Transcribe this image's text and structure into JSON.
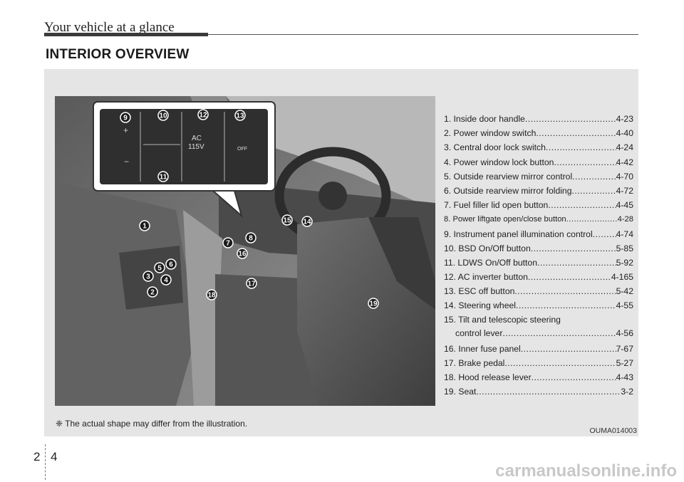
{
  "header": {
    "section": "Your vehicle at a glance"
  },
  "page": {
    "title": "INTERIOR OVERVIEW",
    "number_left": "2",
    "number_right": "4"
  },
  "illustration": {
    "code": "OUMA014003",
    "note": "❈ The actual shape may differ from the illustration.",
    "inset_labels": {
      "ac": "AC",
      "voltage": "115V",
      "off": "OFF"
    },
    "callouts": [
      "1",
      "2",
      "3",
      "4",
      "5",
      "6",
      "7",
      "8",
      "9",
      "10",
      "11",
      "12",
      "13",
      "14",
      "15",
      "16",
      "17",
      "18",
      "19"
    ]
  },
  "legend": [
    {
      "label": "1. Inside door handle ",
      "ref": "4-23"
    },
    {
      "label": "2. Power window switch",
      "ref": "4-40"
    },
    {
      "label": "3. Central door lock switch ",
      "ref": "4-24"
    },
    {
      "label": "4. Power window lock button ",
      "ref": "4-42"
    },
    {
      "label": "5. Outside rearview mirror control ",
      "ref": "4-70"
    },
    {
      "label": "6. Outside rearview mirror folding ",
      "ref": "4-72"
    },
    {
      "label": "7. Fuel filler lid open button ",
      "ref": "4-45"
    },
    {
      "label": "8. Power liftgate open/close button ",
      "ref": "4-28"
    },
    {
      "label": "9. Instrument panel illumination control ",
      "ref": "4-74"
    },
    {
      "label": "10. BSD On/Off button",
      "ref": "5-85"
    },
    {
      "label": "11. LDWS On/Off button",
      "ref": "5-92"
    },
    {
      "label": "12. AC inverter button",
      "ref": "4-165"
    },
    {
      "label": "13. ESC off button ",
      "ref": "5-42"
    },
    {
      "label": "14. Steering wheel ",
      "ref": "4-55"
    },
    {
      "label": "15. Tilt and telescopic steering",
      "label2": "control lever ",
      "ref": "4-56"
    },
    {
      "label": "16. Inner fuse panel ",
      "ref": "7-67"
    },
    {
      "label": "17. Brake pedal",
      "ref": "5-27"
    },
    {
      "label": "18. Hood release lever",
      "ref": "4-43"
    },
    {
      "label": "19. Seat",
      "ref": "3-2"
    }
  ],
  "watermark": "carmanualsonline.info"
}
